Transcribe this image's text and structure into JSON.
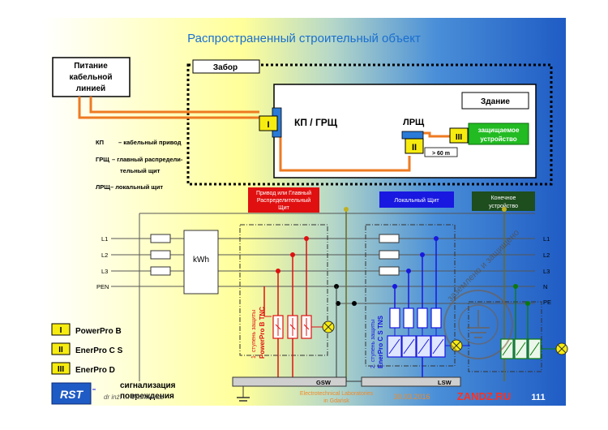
{
  "title": "Распространенный строительный объект",
  "supply_box": "Питание кабельной линией",
  "fence_label": "Забор",
  "building_label": "Здание",
  "main_panel_label": "КП / ГРЩ",
  "local_panel_label": "ЛРЩ",
  "protected_device": "защищаемое устройство",
  "distance_label": "> 60 m",
  "level_marks": {
    "one": "I",
    "two": "II",
    "three": "III"
  },
  "abbreviations": [
    {
      "abbr": "КП",
      "desc": "– кабельный привод"
    },
    {
      "abbr": "ГРЩ",
      "desc": "– главный распредели-"
    },
    {
      "abbr": "",
      "desc": "тельный щит"
    },
    {
      "abbr": "ЛРЩ",
      "desc": "– локальный щит"
    }
  ],
  "zones": {
    "main": "Привод или Главный Распределительный Щит",
    "local": "Локальный Щит",
    "end": "Конечное устройство"
  },
  "line_labels": {
    "left": [
      "L1",
      "L2",
      "L3",
      "PEN"
    ],
    "right": [
      "L1",
      "L2",
      "L3",
      "N",
      "PE"
    ]
  },
  "meter": "kWh",
  "stage_labels": {
    "one_a": "1. ступень защиты",
    "one_b": "PowerPro B TNC",
    "two_a": "2. ступень защиты",
    "two_b": "EnerPro C S TNS"
  },
  "legend": [
    {
      "mark": "I",
      "name": "PowerPro B"
    },
    {
      "mark": "II",
      "name": "EnerPro C S"
    },
    {
      "mark": "III",
      "name": "EnerPro D"
    }
  ],
  "signal_label": [
    "сигнализация",
    "повреждения"
  ],
  "bars": {
    "gsw": "GSW",
    "lsw": "LSW"
  },
  "footer": {
    "logo": "RST",
    "author": "dr inż. … Wiśniewicz",
    "center_text": [
      "Electrotechnical Laboratories",
      "in Gdańsk"
    ],
    "date": "30.03.2016",
    "brand": "ZANDZ.RU",
    "page": "111"
  },
  "watermark": "заземлено и защищено",
  "colors": {
    "title": "#1a6fd0",
    "red": "#e01010",
    "blue": "#1818e0",
    "dark_green": "#1e4d1e",
    "green": "#22bb22",
    "orange": "#ee7a22",
    "yellow": "#f7ec10"
  }
}
